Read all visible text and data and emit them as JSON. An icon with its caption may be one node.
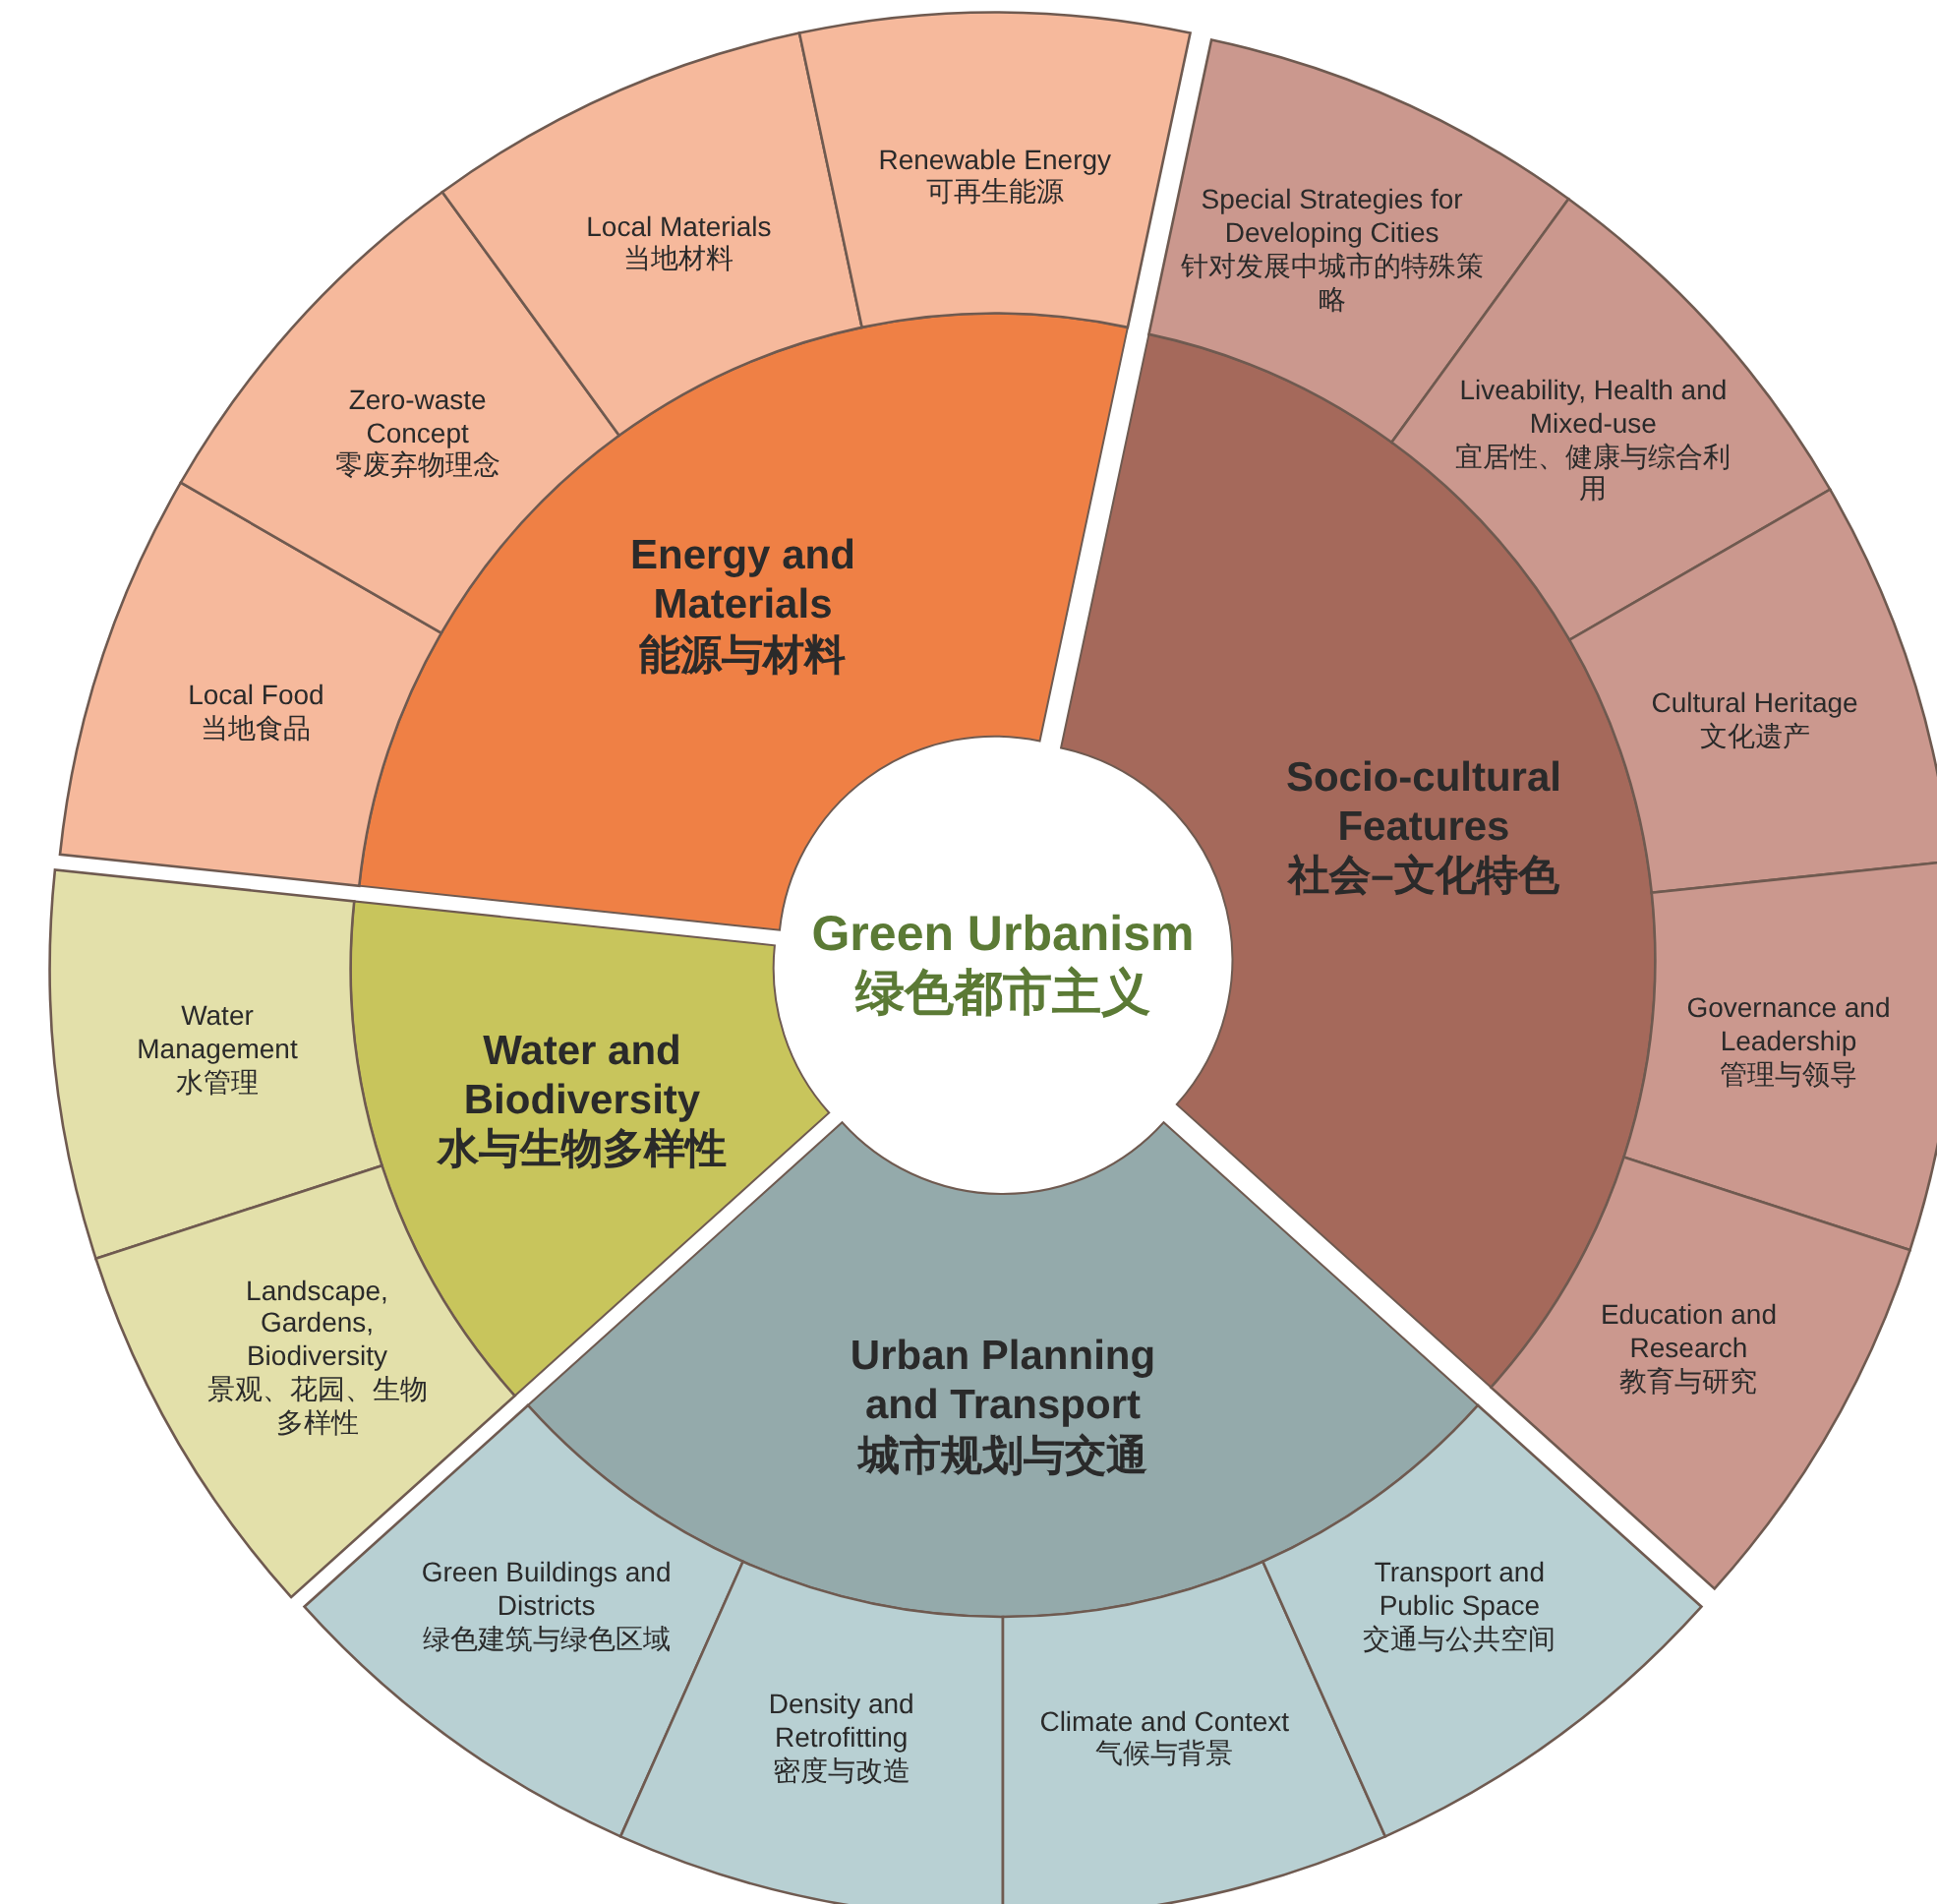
{
  "diagram": {
    "nodes": [
      {
        "text": [
          "Green Urbanism",
          "绿色都市主义"
        ]
      },
      {
        "text": [
          "Energy and Materials",
          "能源与材料"
        ]
      },
      {
        "text": [
          "Local Food",
          "当地食品"
        ]
      },
      {
        "text": [
          "Zero-waste Concept",
          "零废弃物理念"
        ]
      },
      {
        "text": [
          "Local Materials",
          "当地材料"
        ]
      },
      {
        "text": [
          "Renewable Energy",
          "可再生能源"
        ]
      },
      {
        "text": [
          "Socio-cultural Features",
          "社会–文化特色"
        ]
      },
      {
        "text": [
          "Special Strategies for Developing Cities",
          "针对发展中城市的特殊策略"
        ]
      },
      {
        "text": [
          "Liveability, Health and Mixed-use",
          "宜居性、健康与综合利用"
        ]
      },
      {
        "text": [
          "Cultural Heritage",
          "文化遗产"
        ]
      },
      {
        "text": [
          "Governance and Leadership",
          "管理与领导"
        ]
      },
      {
        "text": [
          "Education and Research",
          "教育与研究"
        ]
      },
      {
        "text": [
          "Water and Biodiversity",
          "水与生物多样性"
        ]
      },
      {
        "text": [
          "Water Management",
          "水管理"
        ]
      },
      {
        "text": [
          "Landscape, Gardens, Biodiversity",
          "景观、花园、生物多样性"
        ]
      },
      {
        "text": [
          "Urban Planning and Transport",
          "城市规划与交通"
        ]
      },
      {
        "text": [
          "Green Buildings and Districts",
          "绿色建筑与绿色区域"
        ]
      },
      {
        "text": [
          "Density and Retrofitting",
          "密度与改造"
        ]
      },
      {
        "text": [
          "Climate and Context",
          "气候与背景"
        ]
      },
      {
        "text": [
          "Transport and Public Space",
          "交通与公共空间"
        ]
      }
    ]
  }
}
